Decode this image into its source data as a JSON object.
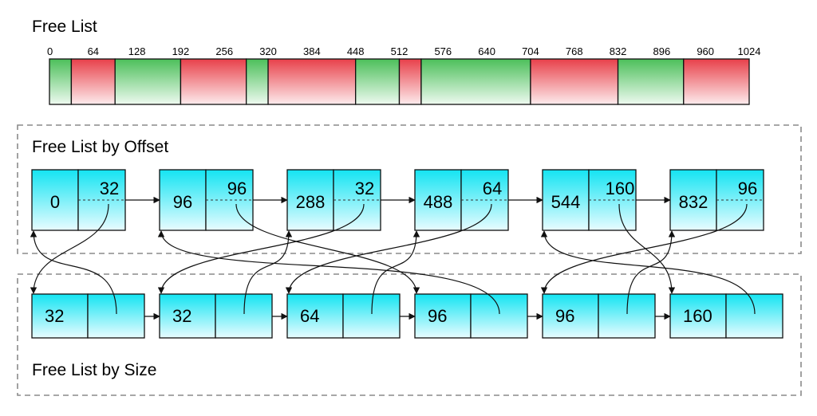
{
  "free_list": {
    "title": "Free List",
    "ticks": [
      "0",
      "64",
      "128",
      "192",
      "256",
      "320",
      "384",
      "448",
      "512",
      "576",
      "640",
      "704",
      "768",
      "832",
      "896",
      "960",
      "1024"
    ],
    "segments": [
      {
        "start": 0,
        "end": 32,
        "state": "free"
      },
      {
        "start": 32,
        "end": 96,
        "state": "used"
      },
      {
        "start": 96,
        "end": 192,
        "state": "free"
      },
      {
        "start": 192,
        "end": 288,
        "state": "used"
      },
      {
        "start": 288,
        "end": 320,
        "state": "free"
      },
      {
        "start": 320,
        "end": 448,
        "state": "used"
      },
      {
        "start": 448,
        "end": 512,
        "state": "free"
      },
      {
        "start": 512,
        "end": 544,
        "state": "used"
      },
      {
        "start": 544,
        "end": 704,
        "state": "free"
      },
      {
        "start": 704,
        "end": 832,
        "state": "used"
      },
      {
        "start": 832,
        "end": 928,
        "state": "free"
      },
      {
        "start": 928,
        "end": 1024,
        "state": "used"
      }
    ]
  },
  "by_offset": {
    "title": "Free List by Offset",
    "nodes": [
      {
        "offset": "0",
        "size": "32"
      },
      {
        "offset": "96",
        "size": "96"
      },
      {
        "offset": "288",
        "size": "32"
      },
      {
        "offset": "488",
        "size": "64"
      },
      {
        "offset": "544",
        "size": "160"
      },
      {
        "offset": "832",
        "size": "96"
      }
    ]
  },
  "by_size": {
    "title": "Free List by Size",
    "nodes": [
      {
        "size": "32"
      },
      {
        "size": "32"
      },
      {
        "size": "64"
      },
      {
        "size": "96"
      },
      {
        "size": "96"
      },
      {
        "size": "160"
      }
    ]
  },
  "cross_links": [
    {
      "from_offset_node": 0,
      "to_size_node": 0
    },
    {
      "from_size_node": 0,
      "to_offset_node": 0
    },
    {
      "from_offset_node": 1,
      "to_size_node": 3
    },
    {
      "from_size_node": 3,
      "to_offset_node": 1
    },
    {
      "from_offset_node": 2,
      "to_size_node": 1
    },
    {
      "from_size_node": 1,
      "to_offset_node": 2
    },
    {
      "from_offset_node": 3,
      "to_size_node": 2
    },
    {
      "from_size_node": 2,
      "to_offset_node": 3
    },
    {
      "from_offset_node": 4,
      "to_size_node": 5
    },
    {
      "from_size_node": 5,
      "to_offset_node": 4
    },
    {
      "from_offset_node": 5,
      "to_size_node": 4
    },
    {
      "from_size_node": 4,
      "to_offset_node": 5
    }
  ],
  "colors": {
    "free_top": "#4cbf5a",
    "free_bottom": "#eefaf0",
    "used_top": "#e8404a",
    "used_bottom": "#fdeced",
    "node_top": "#14e4f2",
    "node_bottom": "#e8fcff"
  }
}
